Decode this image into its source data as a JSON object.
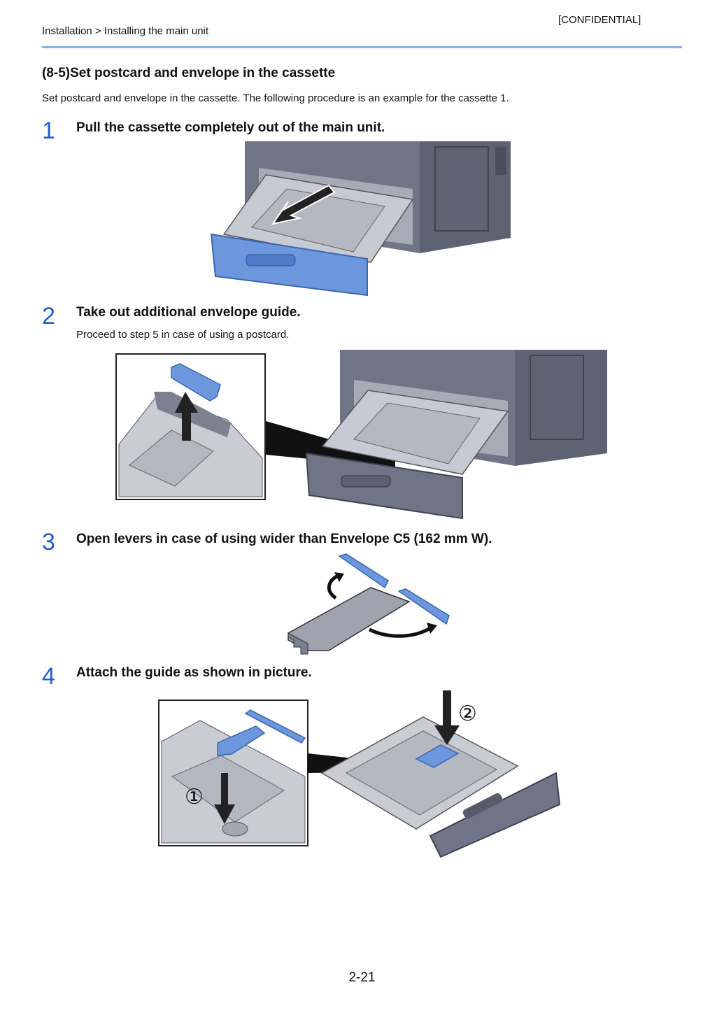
{
  "header": {
    "confidential": "[CONFIDENTIAL]",
    "breadcrumb": "Installation > Installing the main unit"
  },
  "section": {
    "title": "(8-5)Set postcard and envelope in the cassette",
    "intro": "Set postcard and envelope in the cassette. The following procedure is an example for the cassette 1."
  },
  "steps": [
    {
      "number": "1",
      "title": "Pull the cassette completely out of the main unit.",
      "note": ""
    },
    {
      "number": "2",
      "title": "Take out additional envelope guide.",
      "note": "Proceed to step 5 in case of using a postcard."
    },
    {
      "number": "3",
      "title": "Open levers in case of using wider than Envelope C5 (162 mm W).",
      "note": ""
    },
    {
      "number": "4",
      "title": "Attach the guide as shown in picture.",
      "note": ""
    }
  ],
  "figures": {
    "step4_callout_1": "①",
    "step4_callout_2": "②"
  },
  "colors": {
    "accent_blue": "#1f5fd6",
    "header_rule": "#8aaef0",
    "machine_gray": "#6f7587",
    "part_blue": "#6c97dd"
  },
  "footer": {
    "page_number": "2-21"
  }
}
